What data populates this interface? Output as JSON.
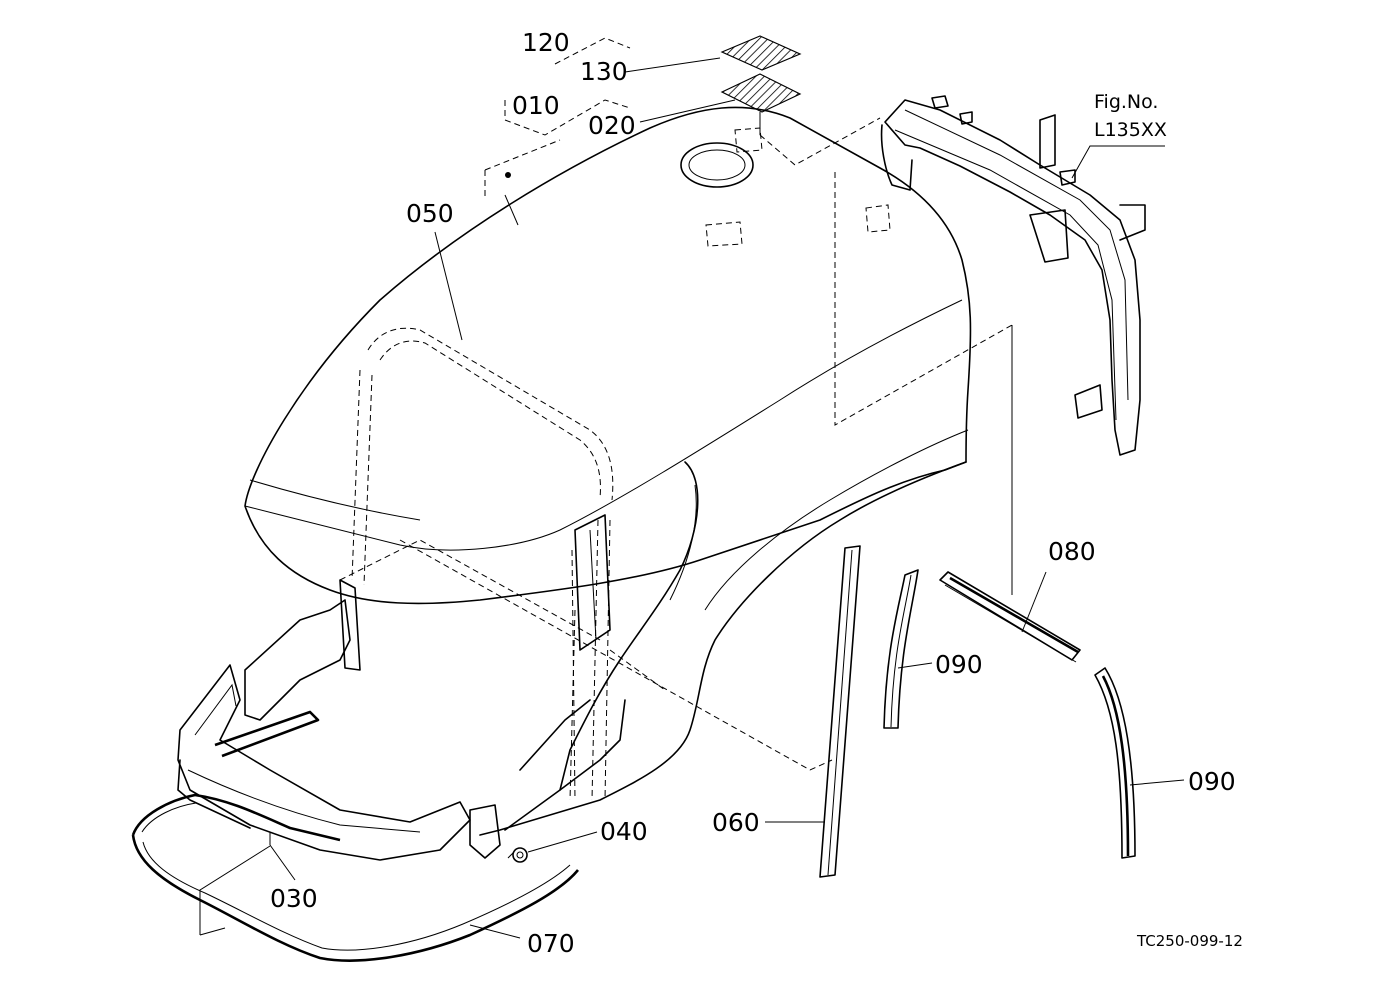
{
  "figure_ref": {
    "line1": "Fig.No.",
    "line2": "L135XX"
  },
  "drawing_id": "TC250-099-12",
  "parts": [
    {
      "id": "120",
      "label": "120"
    },
    {
      "id": "130",
      "label": "130"
    },
    {
      "id": "010",
      "label": "010"
    },
    {
      "id": "020",
      "label": "020"
    },
    {
      "id": "050",
      "label": "050"
    },
    {
      "id": "080",
      "label": "080"
    },
    {
      "id": "090a",
      "label": "090"
    },
    {
      "id": "090b",
      "label": "090"
    },
    {
      "id": "060",
      "label": "060"
    },
    {
      "id": "040",
      "label": "040"
    },
    {
      "id": "030",
      "label": "030"
    },
    {
      "id": "070",
      "label": "070"
    }
  ]
}
